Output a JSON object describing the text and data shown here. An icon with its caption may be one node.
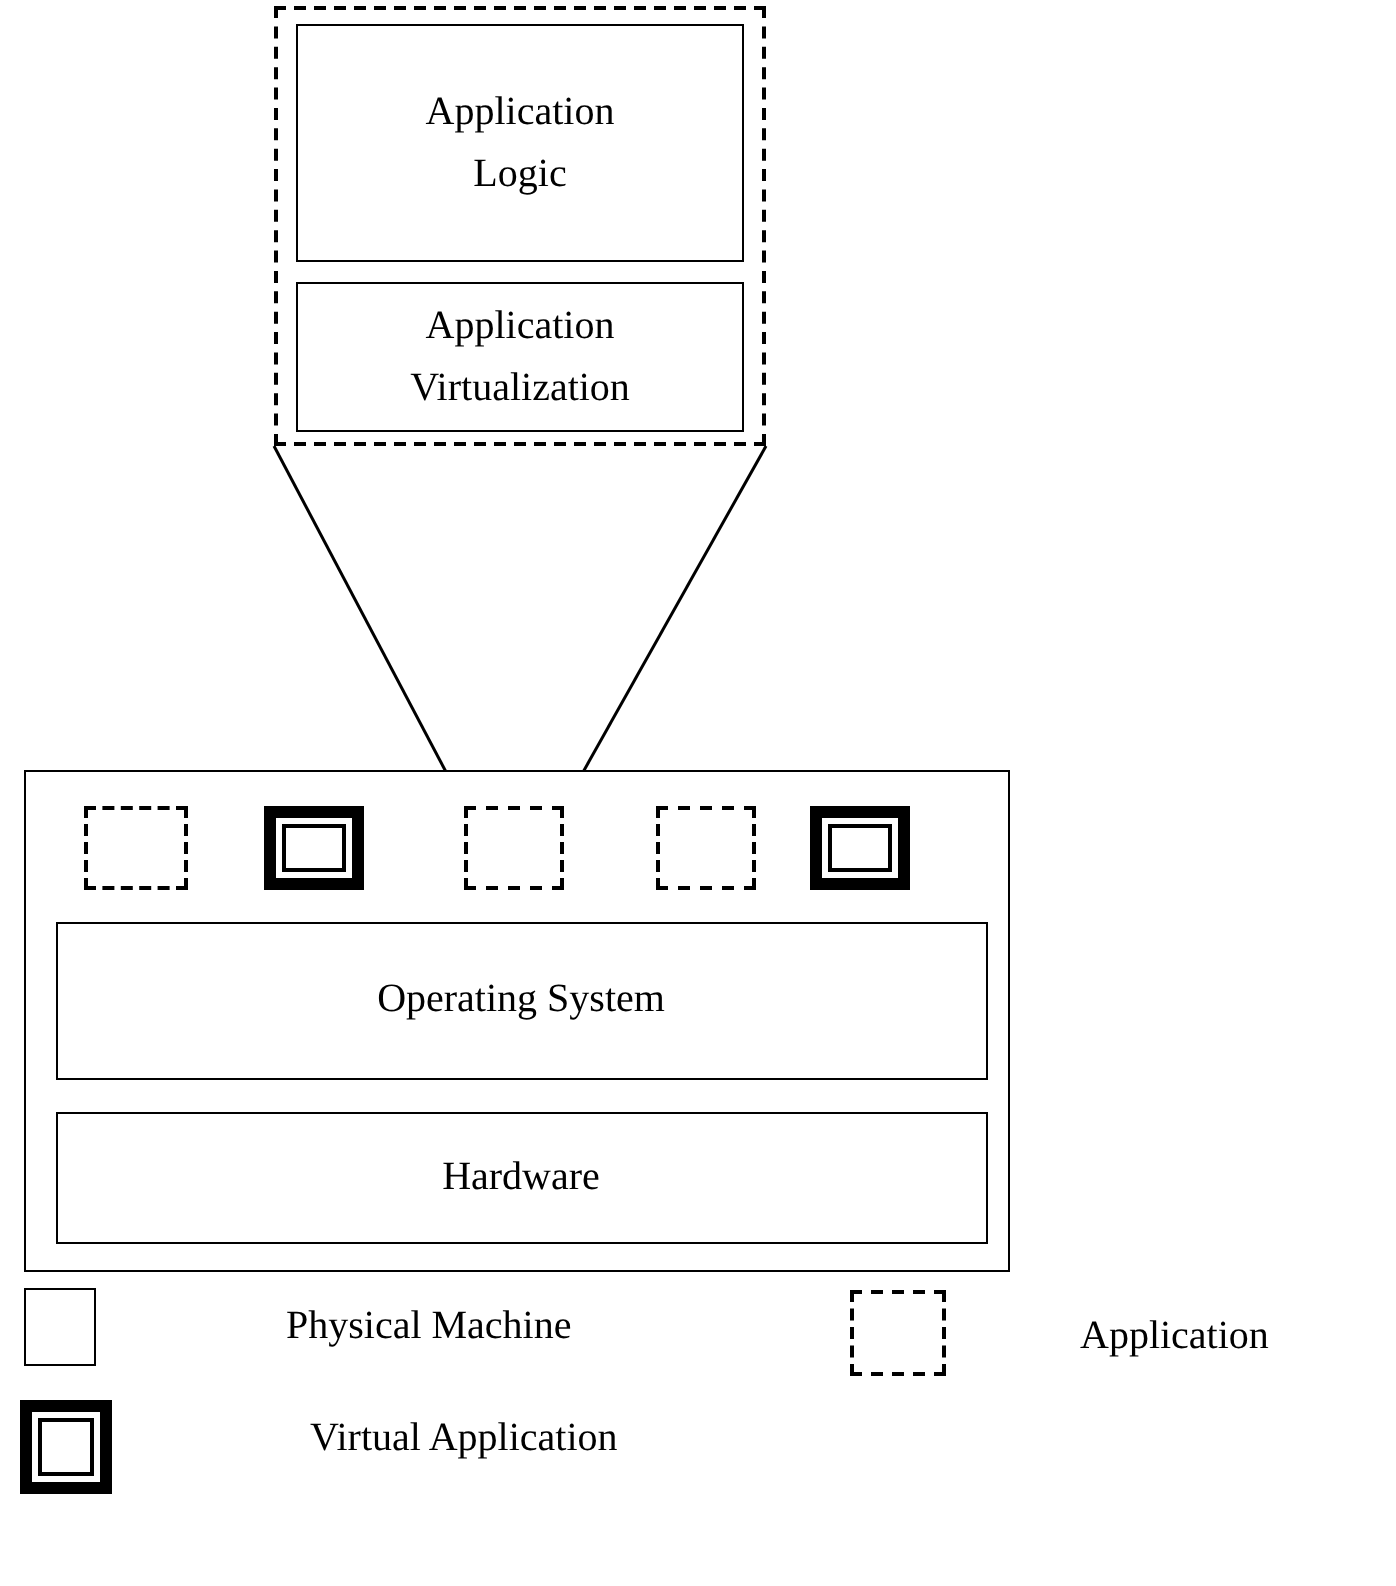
{
  "diagram": {
    "nodes": [
      {
        "text": [],
        "shape": "box"
      },
      {
        "text": [
          "Application Logic"
        ],
        "in": 0
      },
      {
        "text": [
          "Application Virtualization"
        ],
        "in": 0
      },
      {
        "text": [],
        "shape": "box"
      },
      {
        "text": [],
        "shape": "box",
        "in": 3
      },
      {
        "text": [],
        "shape": "box",
        "in": 3
      },
      {
        "text": [],
        "shape": "box",
        "in": 3
      },
      {
        "text": [],
        "shape": "box",
        "in": 3
      },
      {
        "text": [],
        "shape": "box",
        "in": 3
      },
      {
        "text": [
          "Operating System"
        ],
        "in": 3
      },
      {
        "text": [
          "Hardware"
        ],
        "in": 3
      }
    ],
    "edges": [
      {
        "from": 0,
        "to": 6,
        "arrow": "none"
      },
      {
        "from": 0,
        "to": 6,
        "arrow": "none"
      }
    ],
    "legend": [
      {
        "text": "Physical Machine"
      },
      {
        "text": "Application"
      },
      {
        "text": "Virtual Application"
      }
    ]
  }
}
